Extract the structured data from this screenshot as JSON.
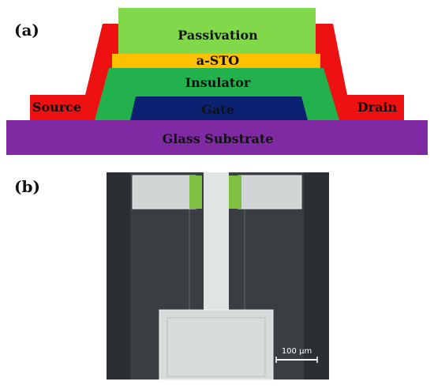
{
  "panels": {
    "a_label": "(a)",
    "b_label": "(b)"
  },
  "cross_section": {
    "layers": {
      "passivation": "Passivation",
      "a_sto": "a-STO",
      "insulator": "Insulator",
      "gate": "Gate",
      "substrate": "Glass Substrate",
      "source": "Source",
      "drain": "Drain"
    },
    "colors": {
      "passivation": "#80d84a",
      "a_sto": "#ffc000",
      "insulator": "#22b14c",
      "gate": "#0b2273",
      "substrate": "#7f2aa3",
      "electrode": "#ee1111"
    }
  },
  "micrograph": {
    "scale_bar_label": "100 µm",
    "colors": {
      "background": "#3a3d42",
      "channel_region": "#2c2f33",
      "metal": "#d9dcdc",
      "semiconductor_patch": "#7dc042"
    }
  }
}
